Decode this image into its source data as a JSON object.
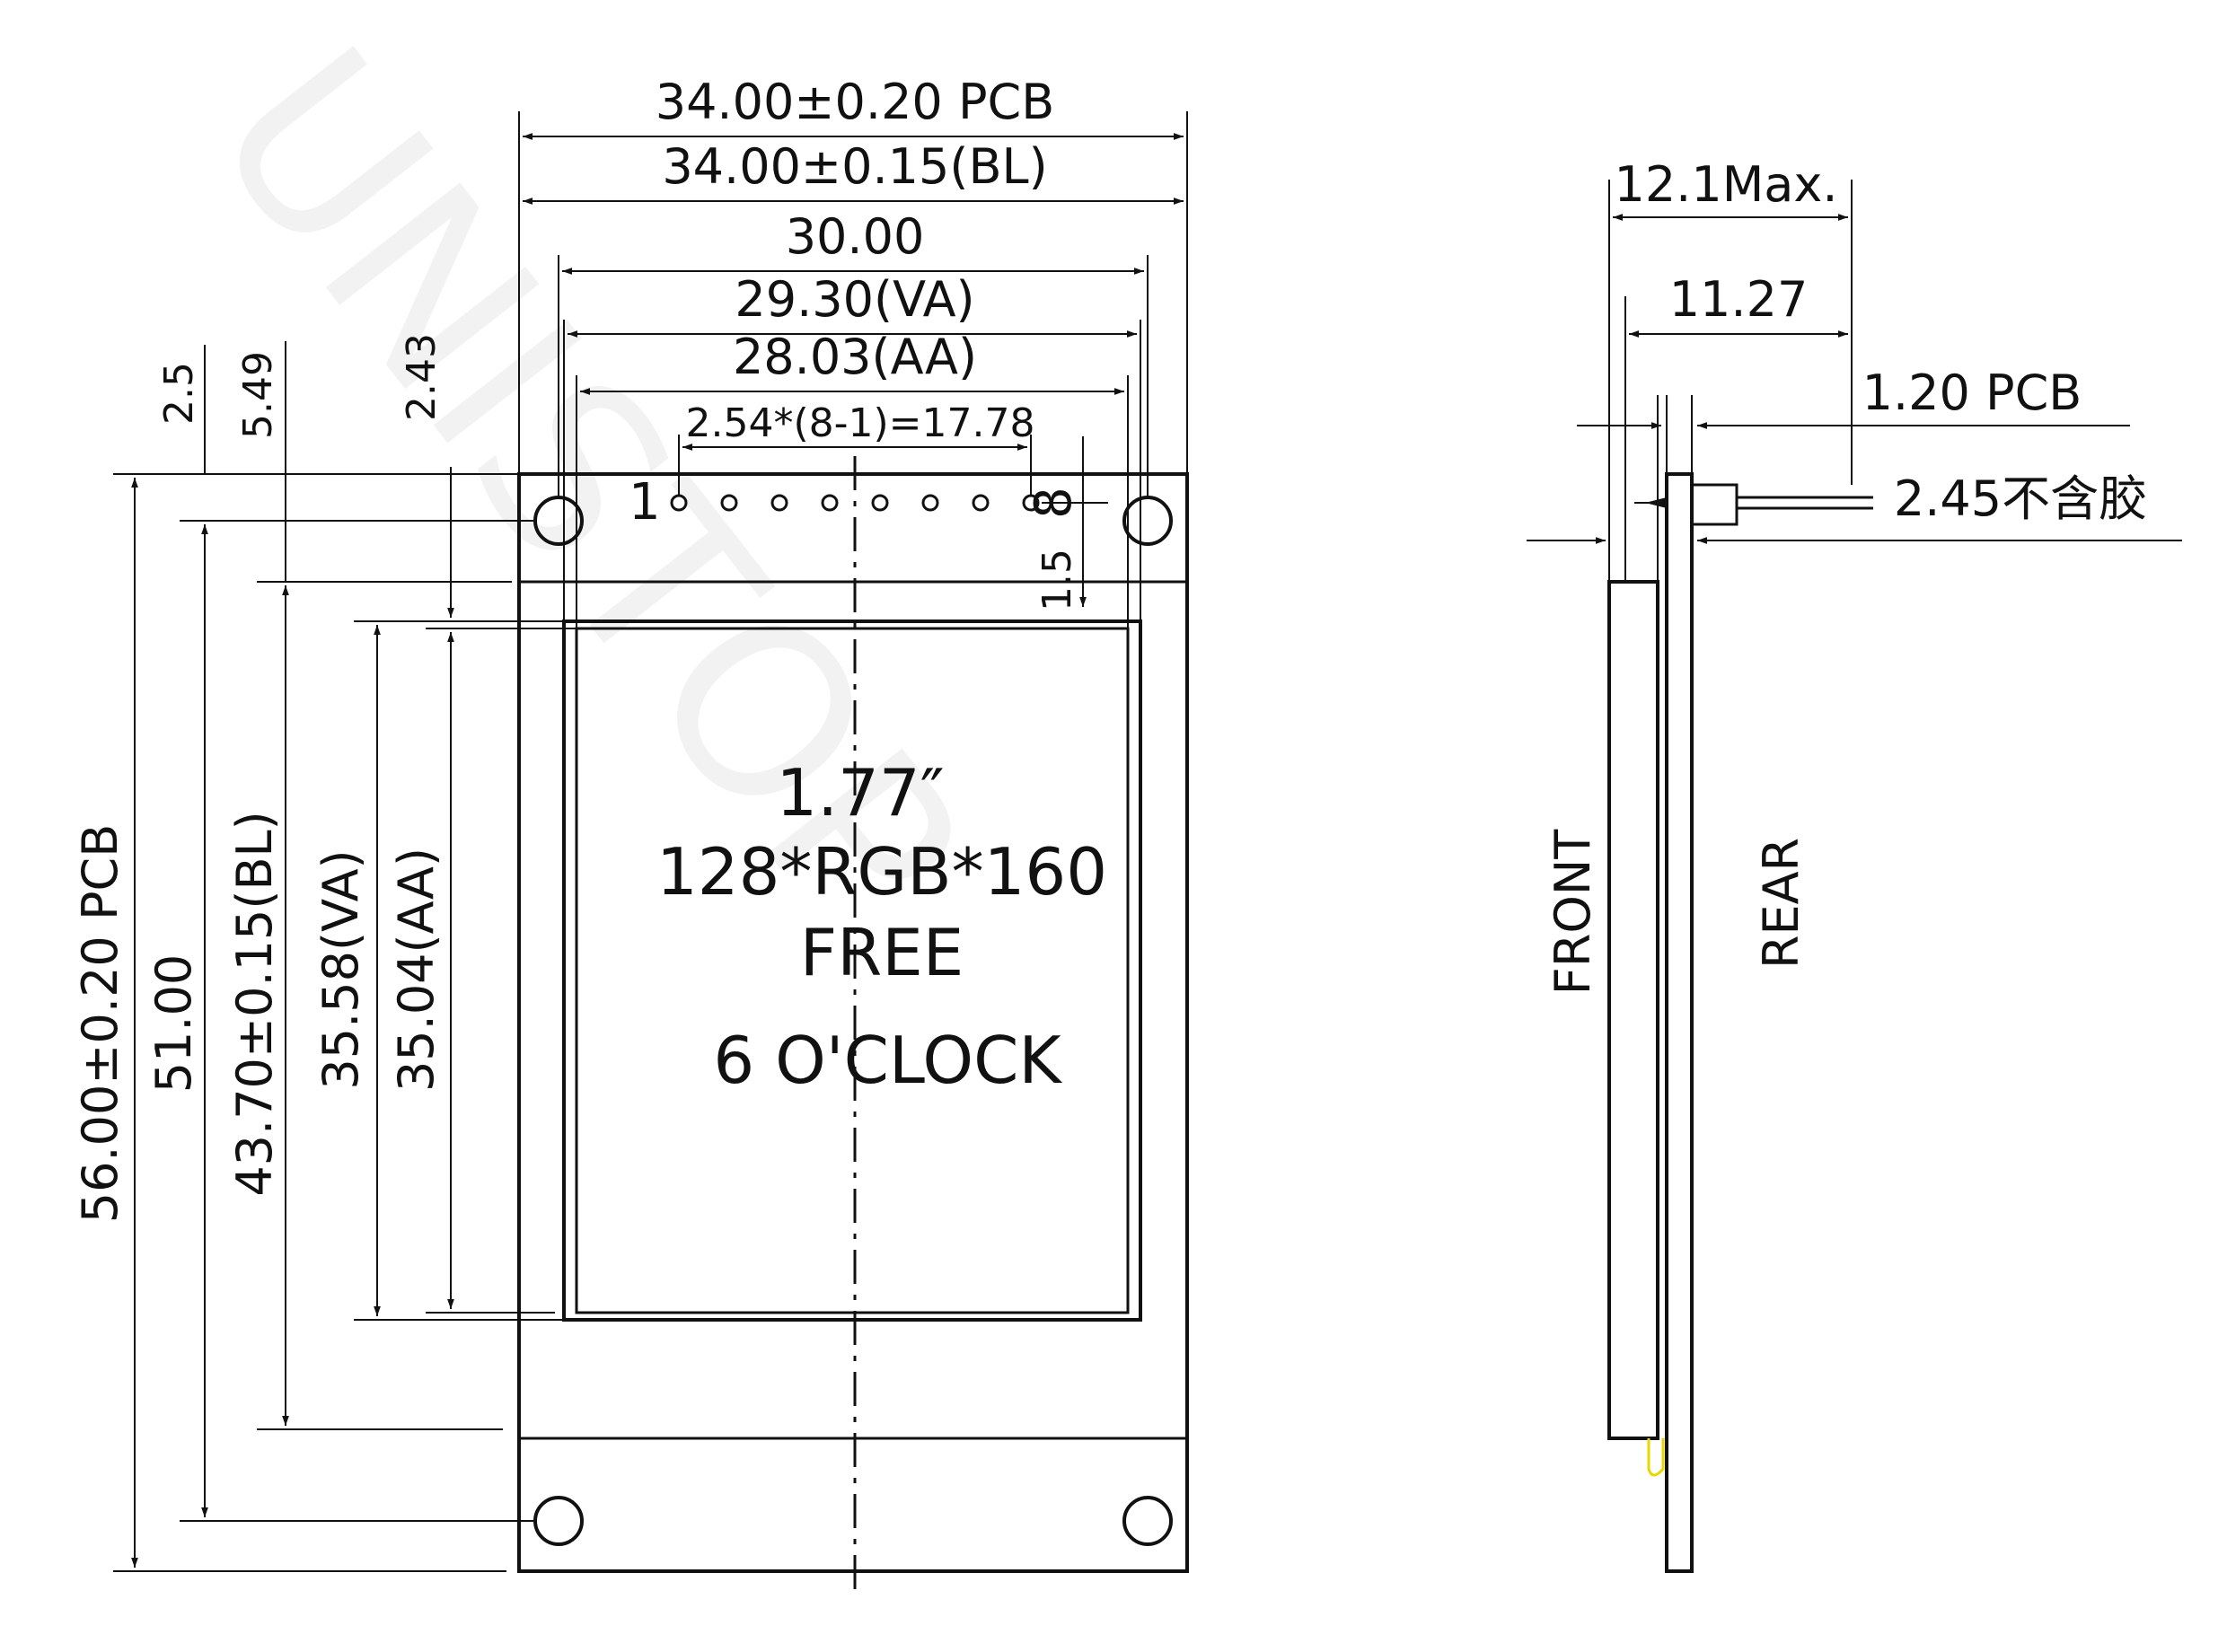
{
  "front_view": {
    "width_dims": {
      "pcb": "34.00±0.20 PCB",
      "backlight": "34.00±0.15(BL)",
      "outline": "30.00",
      "viewing_area": "29.30(VA)",
      "active_area": "28.03(AA)",
      "pin_pitch": "2.54*(8-1)=17.78"
    },
    "height_dims": {
      "pcb": "56.00±0.20 PCB",
      "hole_pitch": "51.00",
      "backlight": "43.70±0.15(BL)",
      "viewing_area": "35.58(VA)",
      "active_area": "35.04(AA)"
    },
    "top_offsets": {
      "a": "2.5",
      "b": "5.49",
      "c": "2.43",
      "pin_offset": "1.5"
    },
    "pin_labels": {
      "first": "1",
      "last": "8"
    },
    "display_text": {
      "size": "1.77″",
      "resolution": "128*RGB*160",
      "type": "FREE",
      "view_direction": "6 O'CLOCK"
    }
  },
  "side_view": {
    "max_thickness": "12.1Max.",
    "thickness": "11.27",
    "pcb_thickness": "1.20 PCB",
    "module_thickness": "2.45不含胶",
    "front_label": "FRONT",
    "rear_label": "REAR"
  },
  "watermark": "UNISTOP",
  "colors": {
    "line": "#111111",
    "background": "#ffffff",
    "accent": "#e8d800"
  }
}
